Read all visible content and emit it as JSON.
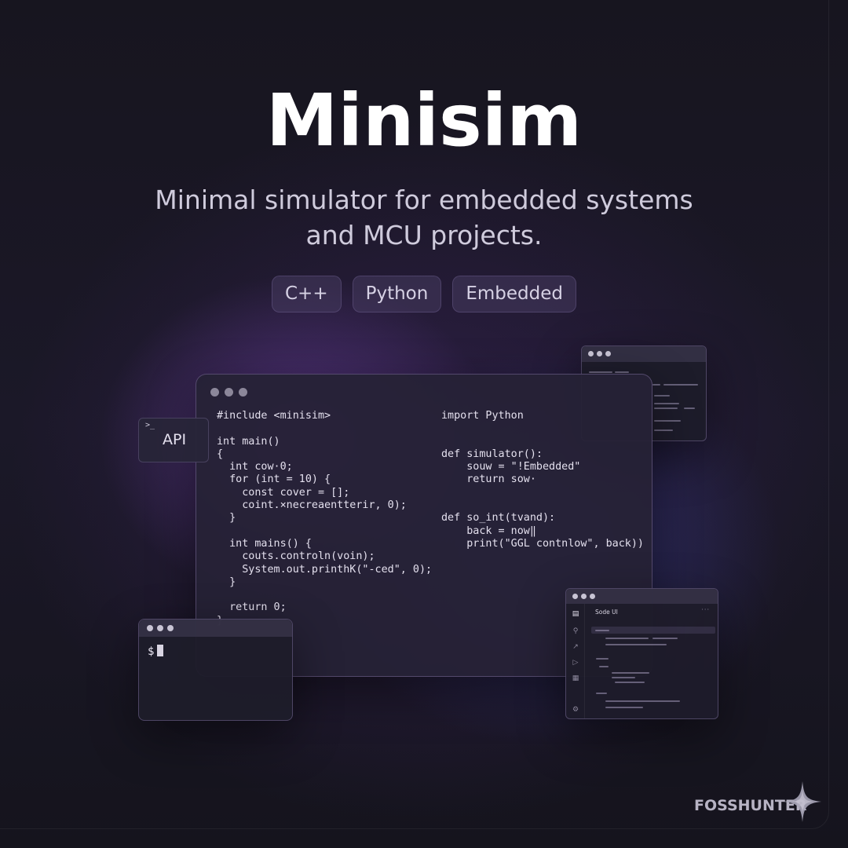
{
  "hero": {
    "title": "Minisim",
    "subtitle_line1": "Minimal simulator for embedded systems",
    "subtitle_line2": "and MCU projects."
  },
  "tags": [
    "C++",
    "Python",
    "Embedded"
  ],
  "api_chip": {
    "prompt": ">_",
    "label": "API"
  },
  "editor": {
    "left_code": "#include <minisim>\n\nint main()\n{\n  int cow·0;\n  for (int = 10) {\n    const cover = [];\n    coint.×necreaentterir, 0);\n  }\n\n  int mains() {\n    couts.controln(voin);\n    System.out.printhK(\"-ced\", 0);\n  }\n\n  return 0;\n}",
    "right_code": "import Python\n\n\ndef simulator():\n    souw = \"!Embedded\"\n    return sow·\n\n\ndef so_int(tvand):\n    back = now‖\n    print(\"GGL contnlow\", back))"
  },
  "terminal": {
    "prompt": "$"
  },
  "ide_panel": {
    "title": "Sode UI",
    "menu": "···"
  },
  "brand": {
    "name": "FOSSHUNTER"
  },
  "colors": {
    "background": "#17151f",
    "accent_purple": "#7846b4",
    "accent_blue": "#3c46aa"
  }
}
